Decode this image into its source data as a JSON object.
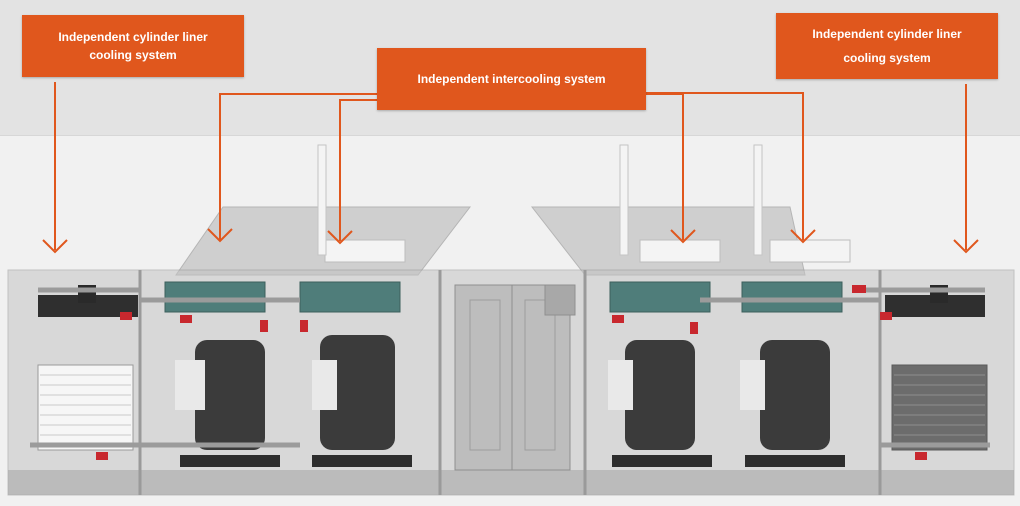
{
  "callouts": {
    "left": {
      "line1": "Independent cylinder liner",
      "line2": "cooling system"
    },
    "middle": {
      "line1": "Independent intercooling system"
    },
    "right": {
      "line1": "Independent cylinder liner",
      "line2": "cooling system"
    }
  },
  "colors": {
    "callout": "#e0571d",
    "arrow": "#e0571d",
    "container": "#b9b9b9",
    "engine": "#3b3b3b",
    "teal": "#4f7d7a",
    "red_coupling": "#c8282e"
  }
}
